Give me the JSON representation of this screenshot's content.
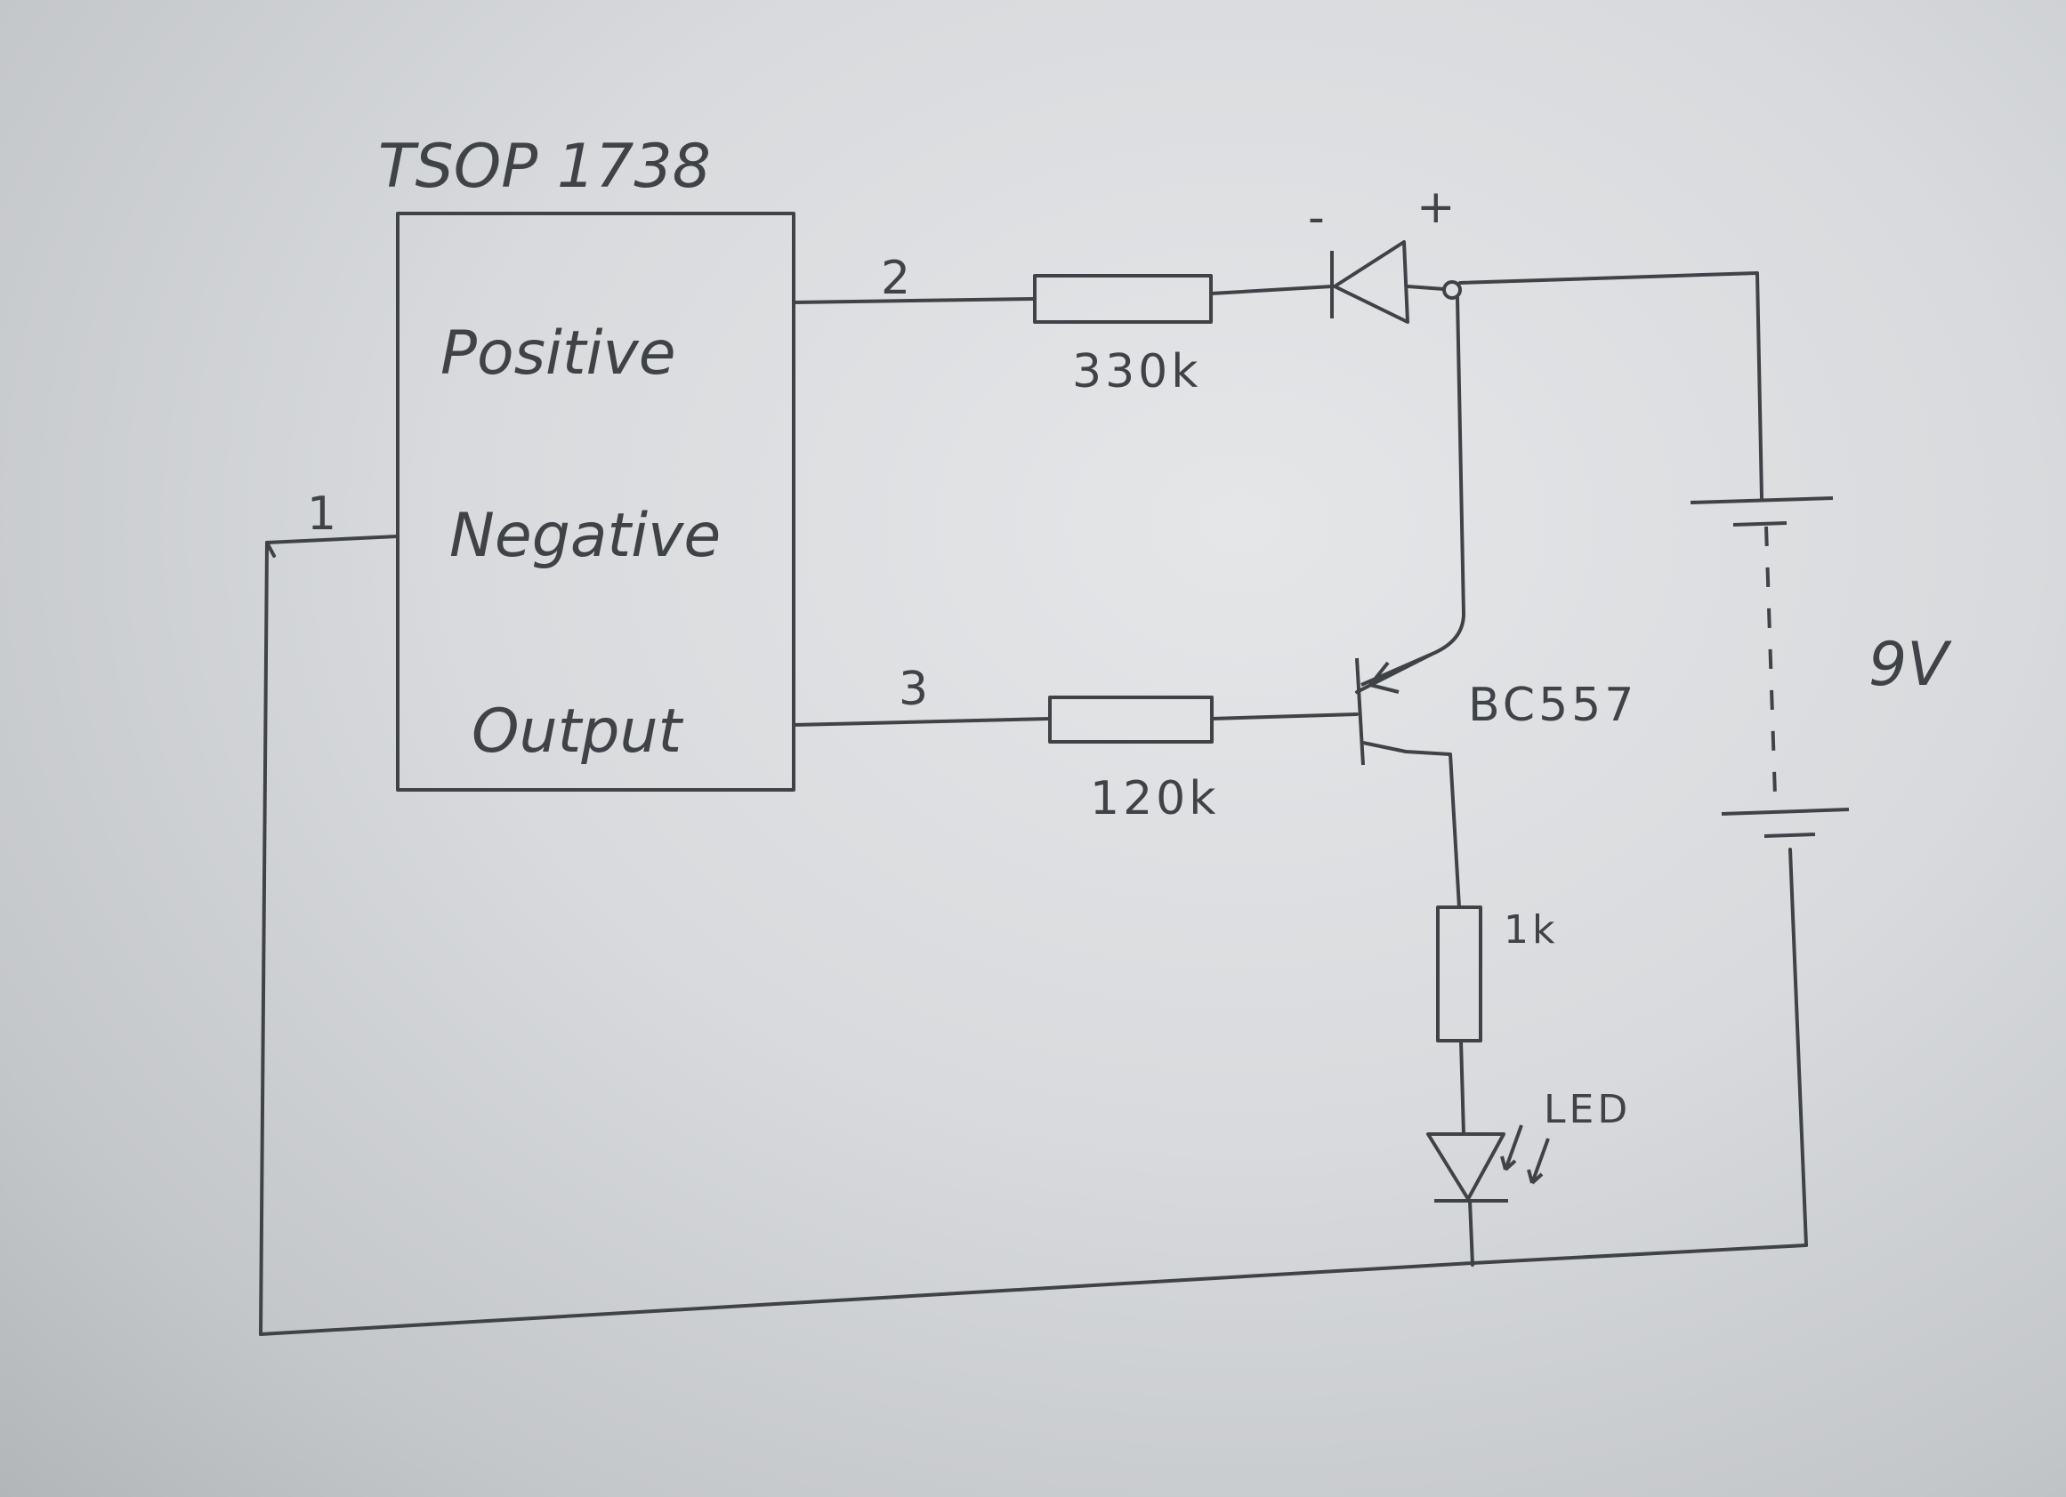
{
  "ic": {
    "title": "TSOP 1738",
    "pins": [
      "Positive",
      "Negative",
      "Output"
    ],
    "pin_numbers": [
      "1",
      "2",
      "3"
    ]
  },
  "components": {
    "r1": "330k",
    "r2": "120k",
    "r3": "1k",
    "transistor": "BC557",
    "battery": "9V",
    "led": "LED",
    "diode_minus": "-",
    "diode_plus": "+"
  }
}
